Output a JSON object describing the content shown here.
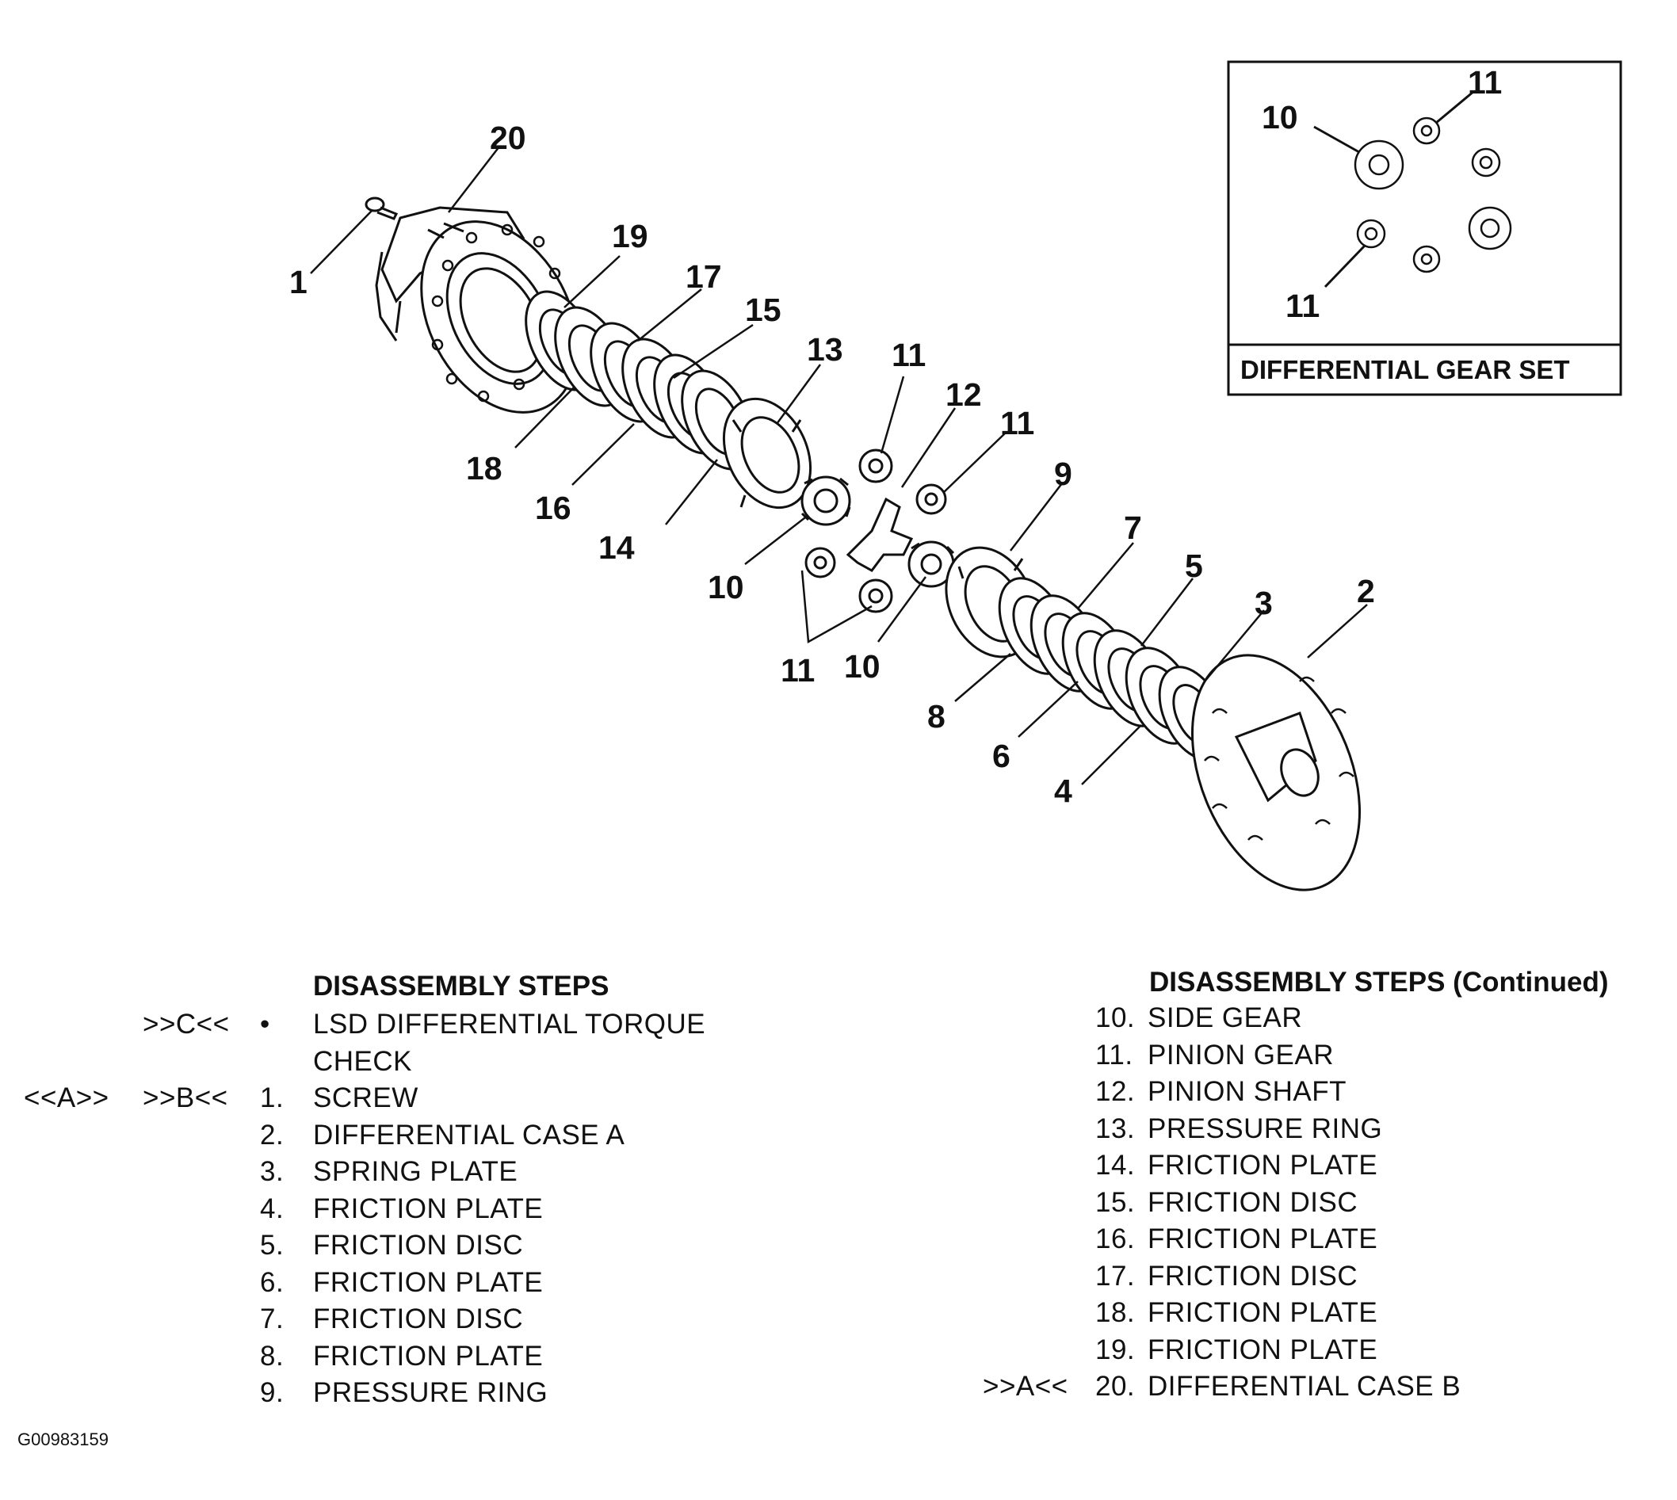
{
  "diagram": {
    "callouts": {
      "c1": "1",
      "c2": "2",
      "c3": "3",
      "c4": "4",
      "c5": "5",
      "c6": "6",
      "c7": "7",
      "c8": "8",
      "c9": "9",
      "c10a": "10",
      "c10b": "10",
      "c11a": "11",
      "c11b": "11",
      "c11c": "11",
      "c12": "12",
      "c13": "13",
      "c14": "14",
      "c15": "15",
      "c16": "16",
      "c17": "17",
      "c18": "18",
      "c19": "19",
      "c20": "20"
    },
    "inset": {
      "title": "DIFFERENTIAL GEAR SET",
      "c10": "10",
      "c11top": "11",
      "c11bottom": "11"
    }
  },
  "steps_left": {
    "heading": "DISASSEMBLY STEPS",
    "rows": [
      {
        "pre": "",
        "code": ">>C<<",
        "num": "•",
        "label": "LSD DIFFERENTIAL TORQUE"
      },
      {
        "pre": "",
        "code": "",
        "num": "",
        "label": "CHECK"
      },
      {
        "pre": "<<A>>",
        "code": ">>B<<",
        "num": "1.",
        "label": "SCREW"
      },
      {
        "pre": "",
        "code": "",
        "num": "2.",
        "label": "DIFFERENTIAL CASE A"
      },
      {
        "pre": "",
        "code": "",
        "num": "3.",
        "label": "SPRING PLATE"
      },
      {
        "pre": "",
        "code": "",
        "num": "4.",
        "label": "FRICTION PLATE"
      },
      {
        "pre": "",
        "code": "",
        "num": "5.",
        "label": "FRICTION DISC"
      },
      {
        "pre": "",
        "code": "",
        "num": "6.",
        "label": "FRICTION PLATE"
      },
      {
        "pre": "",
        "code": "",
        "num": "7.",
        "label": "FRICTION DISC"
      },
      {
        "pre": "",
        "code": "",
        "num": "8.",
        "label": "FRICTION PLATE"
      },
      {
        "pre": "",
        "code": "",
        "num": "9.",
        "label": "PRESSURE RING"
      }
    ]
  },
  "steps_right": {
    "heading": "DISASSEMBLY STEPS (Continued)",
    "rows": [
      {
        "code": "",
        "num": "10.",
        "label": "SIDE GEAR"
      },
      {
        "code": "",
        "num": "11.",
        "label": "PINION GEAR"
      },
      {
        "code": "",
        "num": "12.",
        "label": "PINION SHAFT"
      },
      {
        "code": "",
        "num": "13.",
        "label": "PRESSURE RING"
      },
      {
        "code": "",
        "num": "14.",
        "label": "FRICTION PLATE"
      },
      {
        "code": "",
        "num": "15.",
        "label": "FRICTION DISC"
      },
      {
        "code": "",
        "num": "16.",
        "label": "FRICTION PLATE"
      },
      {
        "code": "",
        "num": "17.",
        "label": "FRICTION DISC"
      },
      {
        "code": "",
        "num": "18.",
        "label": "FRICTION PLATE"
      },
      {
        "code": "",
        "num": "19.",
        "label": "FRICTION PLATE"
      },
      {
        "code": ">>A<<",
        "num": "20.",
        "label": "DIFFERENTIAL CASE B"
      }
    ]
  },
  "figure_code": "G00983159"
}
